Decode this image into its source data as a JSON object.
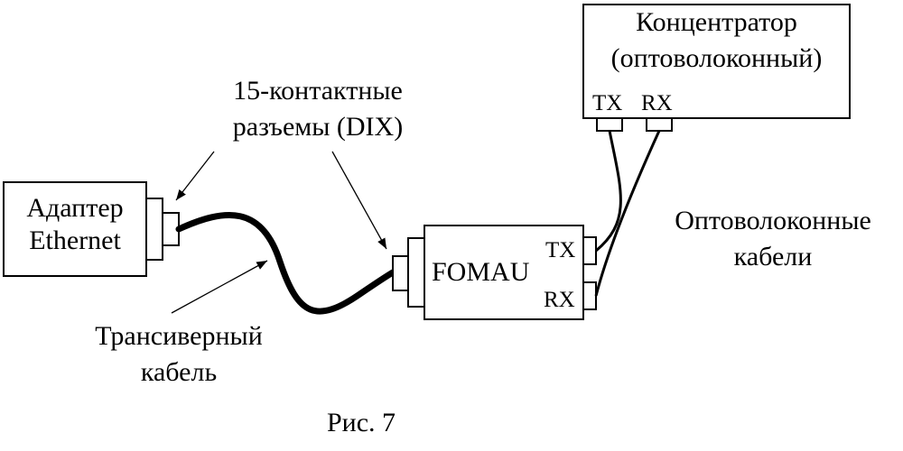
{
  "adapter": {
    "line1": "Адаптер",
    "line2": "Ethernet"
  },
  "connectors_label": {
    "line1": "15-контактные",
    "line2": "разъемы (DIX)"
  },
  "transceiver_cable_label": {
    "line1": "Трансиверный",
    "line2": "кабель"
  },
  "fomau": {
    "label": "FOMAU",
    "tx": "TX",
    "rx": "RX"
  },
  "hub": {
    "line1": "Концентратор",
    "line2": "(оптоволоконный)",
    "tx": "TX",
    "rx": "RX"
  },
  "fiber_cables_label": {
    "line1": "Оптоволоконные",
    "line2": "кабели"
  },
  "caption": "Рис. 7"
}
